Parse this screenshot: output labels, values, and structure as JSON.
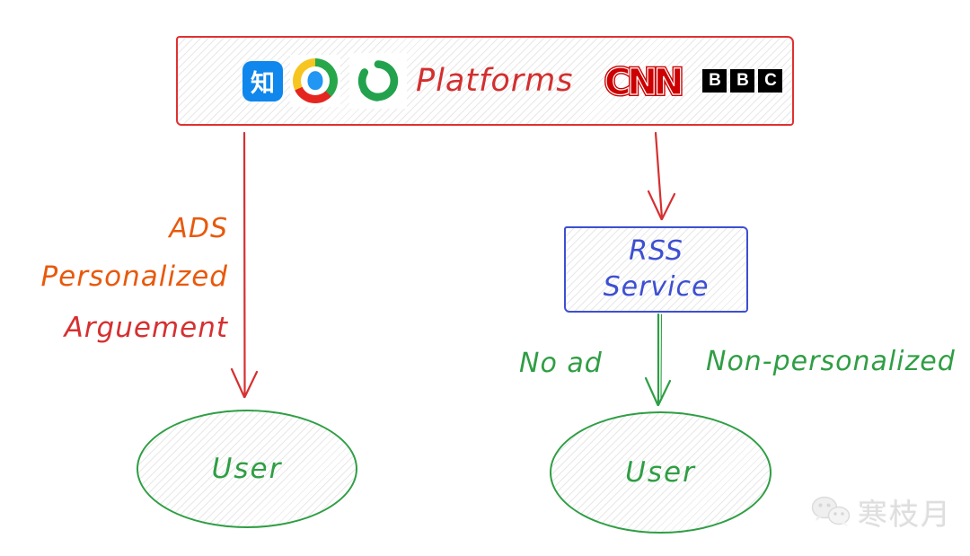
{
  "colors": {
    "box_red": "#e03131",
    "label_orange": "#e8590c",
    "label_red": "#d63031",
    "green": "#2f9e44",
    "rss_blue": "#3d4fd2",
    "cnn_red": "#cc0000",
    "zhihu_blue": "#0f87ec",
    "bbc_black": "#000000",
    "watermark_gray": "#dedede"
  },
  "diagram": {
    "platforms_box": {
      "label": "Platforms",
      "logos": [
        {
          "name": "zhihu",
          "glyph": "知"
        },
        {
          "name": "tencent-news"
        },
        {
          "name": "green-swirl"
        },
        {
          "name": "cnn",
          "text": "CNN"
        },
        {
          "name": "bbc",
          "letters": [
            "B",
            "B",
            "C"
          ]
        }
      ]
    },
    "left_branch": {
      "labels": [
        {
          "text": "ADS"
        },
        {
          "text": "Personalized"
        },
        {
          "text": "Arguement"
        }
      ],
      "user_label": "User"
    },
    "right_branch": {
      "rss_box": {
        "line1": "RSS",
        "line2": "Service"
      },
      "left_label": "No ad",
      "right_label": "Non-personalized",
      "user_label": "User"
    },
    "watermark": {
      "text": "寒枝月"
    }
  }
}
